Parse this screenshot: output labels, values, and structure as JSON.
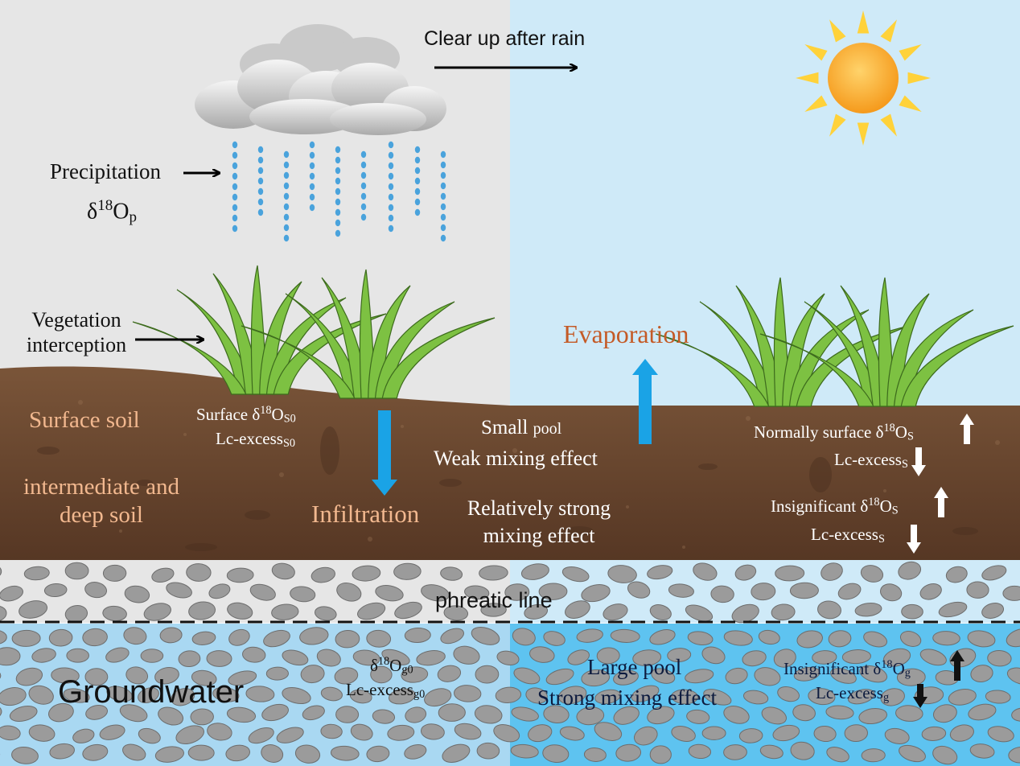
{
  "top": {
    "clear_up": "Clear up after rain",
    "precipitation": "Precipitation",
    "delta": "δ",
    "mass": "18",
    "O": "O",
    "p_sub": "p",
    "vegetation_line1": "Vegetation",
    "vegetation_line2": "interception",
    "evaporation": "Evaporation"
  },
  "soil": {
    "surface_soil": "Surface soil",
    "intermediate_line1": "intermediate and",
    "intermediate_line2": "deep soil",
    "surface_delta_prefix": "Surface δ",
    "s0_sub": "S0",
    "lc_prefix": "Lc-excess",
    "s0_lc_sub": "S0",
    "infiltration": "Infiltration",
    "small_pool_prefix": "Small ",
    "small_pool_suffix": "pool",
    "weak_mixing": "Weak mixing effect",
    "rel_strong_line1": "Relatively strong",
    "rel_strong_line2": "mixing effect",
    "normally_prefix": "Normally surface δ",
    "s_sub": "S",
    "insignificant_prefix": "Insignificant δ"
  },
  "aquifer": {
    "phreatic_line": "phreatic line",
    "groundwater": "Groundwater",
    "g0_sub": "g0",
    "large_pool": "Large pool",
    "strong_mixing": "Strong mixing effect",
    "g_sub": "g"
  },
  "colors": {
    "left_sky": "#e6e6e6",
    "right_sky": "#cfeaf8",
    "soil": "#6e4a32",
    "groundwater_left": "#a9d8f2",
    "groundwater_right": "#5ec3f0",
    "arrow_blue": "#1aa3e6",
    "grass": "#7dc142"
  }
}
